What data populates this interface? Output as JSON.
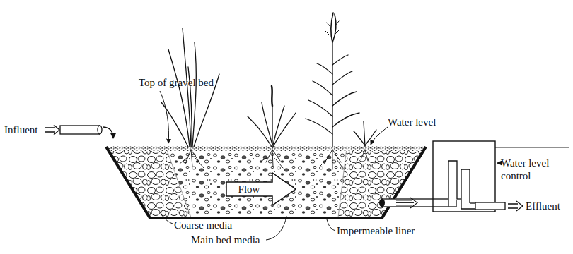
{
  "diagram": {
    "labels": [
      "Top of gravel bed",
      "Influent",
      "Water level",
      "Water level control",
      "Effluent",
      "Flow",
      "Coarse media",
      "Main bed media",
      "Impermeable liner"
    ]
  }
}
